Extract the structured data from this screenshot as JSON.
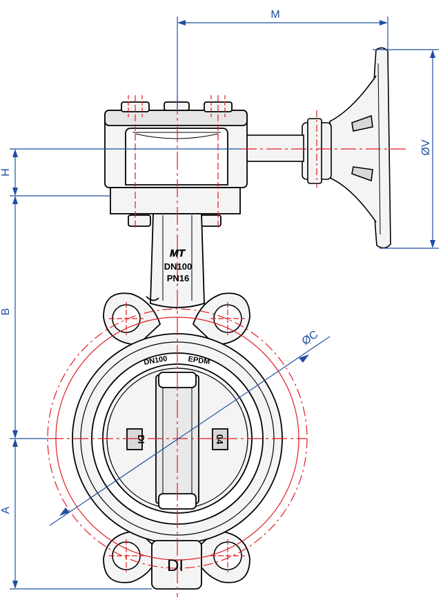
{
  "colors": {
    "outline": "#000000",
    "dimension": "#1f4fa0",
    "centerline": "#e0191e",
    "body_fill": "#f4f4f4",
    "shade_fill": "#d8d8d8"
  },
  "dimensions": {
    "m": "M",
    "h": "H",
    "b": "B",
    "a": "A",
    "c": "ØC",
    "v": "ØV"
  },
  "markings": {
    "logo": "MT",
    "neck_size": "DN100",
    "neck_pressure": "PN16",
    "ring_size": "DN100",
    "ring_material": "EPDM",
    "disc_left": "DI",
    "disc_right": "04",
    "bottom": "DI"
  }
}
